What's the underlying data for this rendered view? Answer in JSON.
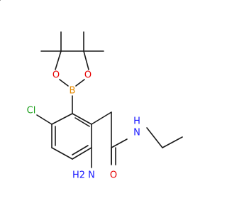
{
  "colors": {
    "carbon_bond": "#1a1a1a",
    "oxygen": "#e60000",
    "nitrogen": "#1a1aff",
    "chlorine": "#1a9e1a",
    "boron": "#e68a00",
    "background": "#ffffff"
  },
  "atoms": {
    "O_ring_left": "O",
    "O_ring_right": "O",
    "B": "B",
    "Cl": "Cl",
    "NH_amide": "N",
    "NH_amide_h": "H",
    "NH2_h2": "H2",
    "NH2_n": "N",
    "O_carbonyl": "O"
  }
}
